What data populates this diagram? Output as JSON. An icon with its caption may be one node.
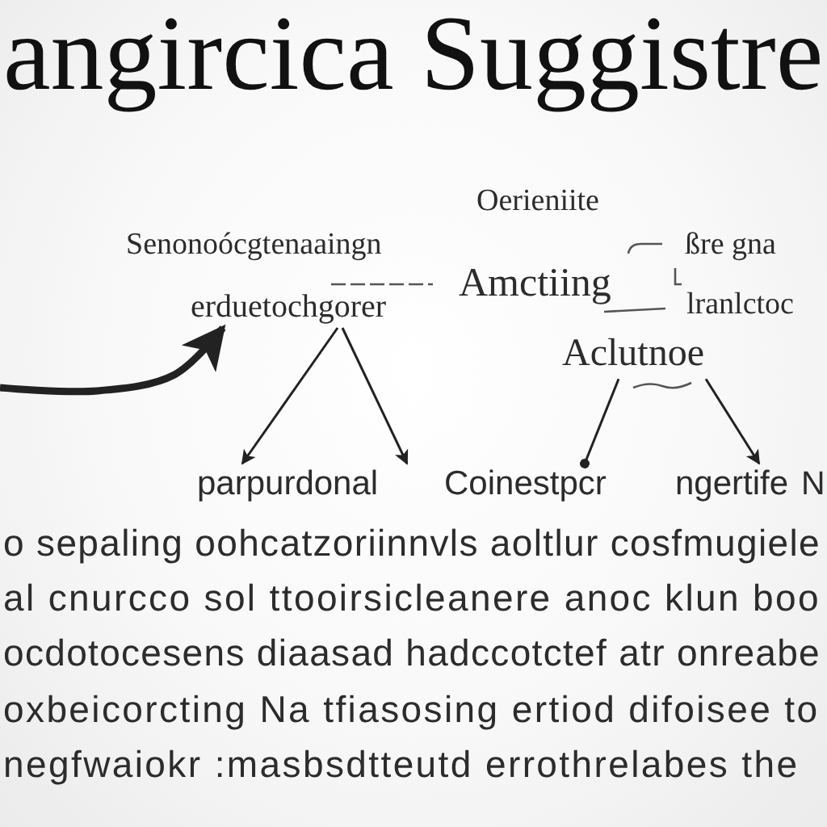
{
  "diagram": {
    "title": "angircica Suggistre",
    "nodes": [
      {
        "text": [
          "erduetochgorer"
        ]
      },
      {
        "text": [
          "Aclutnoe"
        ]
      },
      {
        "text": [
          "parpurdonal"
        ]
      },
      {
        "text": [
          "Coinestpcr"
        ]
      },
      {
        "text": [
          "ngertife"
        ]
      }
    ],
    "edges": [
      {
        "from": null,
        "to": 0,
        "arrow": "to",
        "style": "thick"
      },
      {
        "from": 0,
        "to": 2,
        "arrow": "to"
      },
      {
        "from": 0,
        "to": 2,
        "arrow": "to"
      },
      {
        "from": 1,
        "to": 3,
        "arrow": "other"
      },
      {
        "from": 1,
        "to": 4,
        "arrow": "to"
      }
    ],
    "labels": [
      "Oerieniite",
      "Senonoócgtenaaingn",
      "ßre gna",
      "Amctiing",
      "lranlctoc",
      "N",
      "o sepaling oohcatzoriinnvls aoltlur cosfmugiele",
      "al cnurcco sol ttooirsicleanere anoc klun boo",
      "ocdotocesens diaasad hadccotctef atr onreabe",
      "oxbeicorcting Na tfiasosing ertiod difoisee to",
      "negfwaiokr :masbsdtteutd errothrelabes the"
    ]
  }
}
